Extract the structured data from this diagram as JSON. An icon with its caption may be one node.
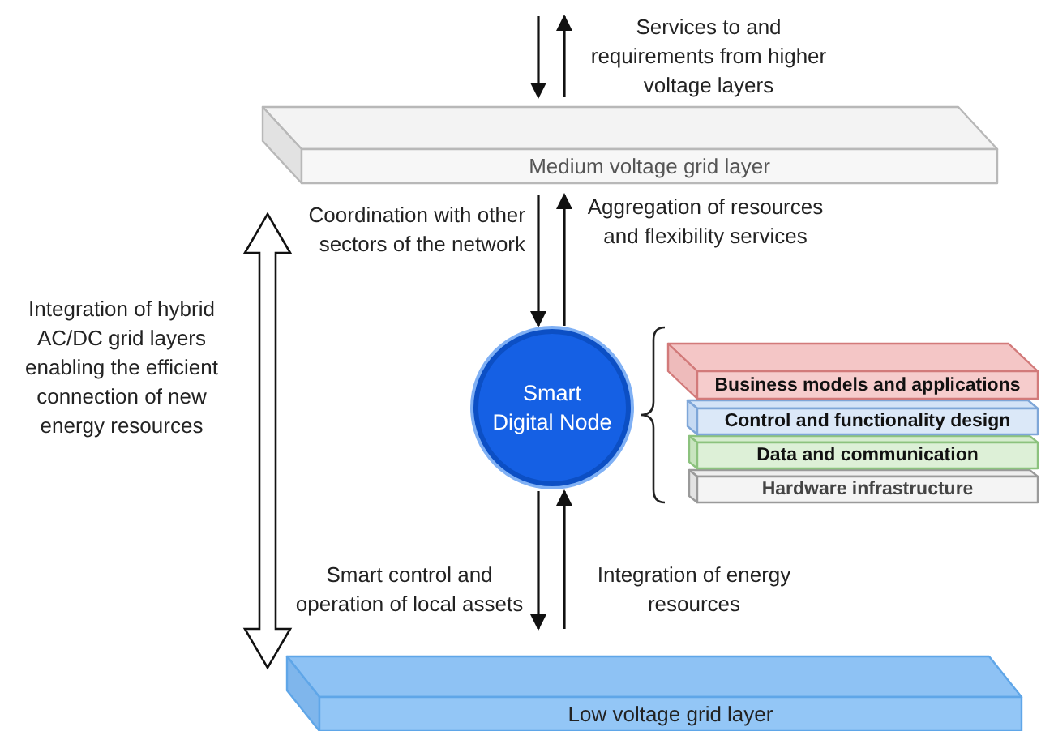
{
  "diagram": {
    "nodes": [
      {
        "text": [
          "Medium voltage grid layer"
        ]
      },
      {
        "text": [
          "Smart Digital Node"
        ]
      },
      {
        "text": [
          "Business models and applications"
        ]
      },
      {
        "text": [
          "Control and functionality design"
        ]
      },
      {
        "text": [
          "Data and communication"
        ]
      },
      {
        "text": [
          "Hardware infrastructure"
        ]
      },
      {
        "text": [
          "Low voltage grid layer"
        ]
      }
    ],
    "edges": [
      {
        "from": null,
        "to": 0,
        "arrow": "to"
      },
      {
        "from": 0,
        "to": null,
        "arrow": "to",
        "label": "Services to and requirements from higher voltage layers"
      },
      {
        "from": 0,
        "to": 1,
        "arrow": "to",
        "label": "Coordination with other sectors of the network"
      },
      {
        "from": 1,
        "to": 0,
        "arrow": "to",
        "label": "Aggregation of resources and flexibility services"
      },
      {
        "from": 1,
        "to": 6,
        "arrow": "to",
        "label": "Smart control and operation of local assets"
      },
      {
        "from": 6,
        "to": 1,
        "arrow": "to",
        "label": "Integration of energy resources"
      },
      {
        "from": 0,
        "to": 6,
        "arrow": "both",
        "style": "thick",
        "label": "Integration of hybrid AC/DC grid layers enabling the efficient connection of new energy resources"
      }
    ]
  }
}
